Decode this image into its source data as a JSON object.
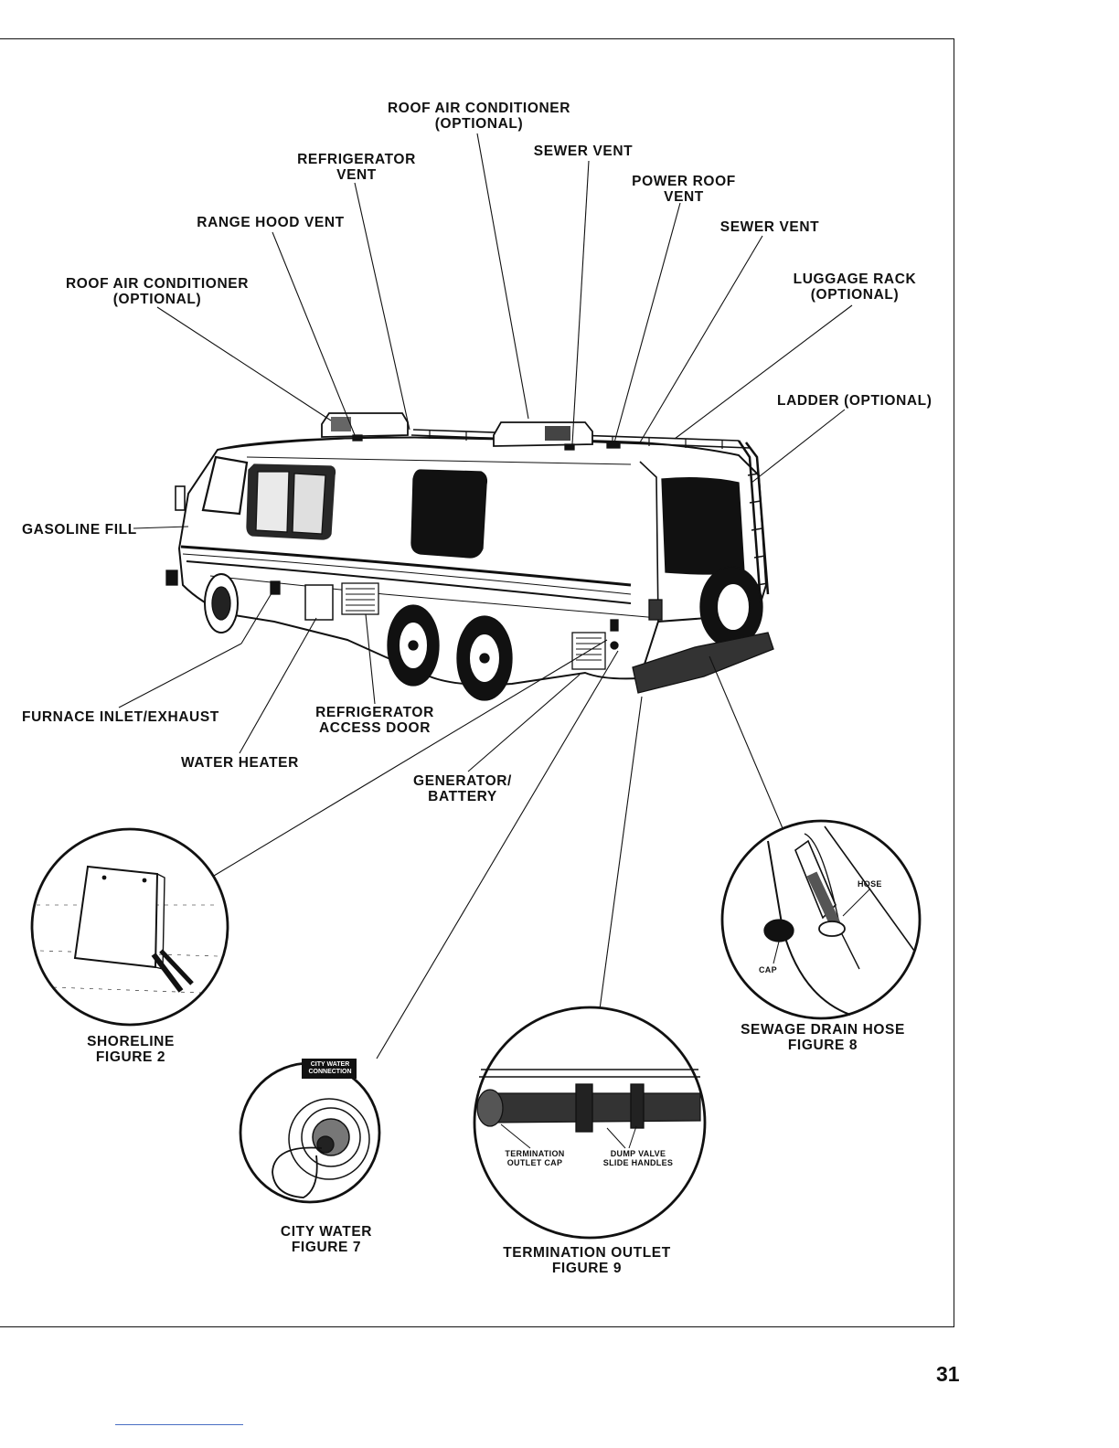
{
  "labels": {
    "roof_ac_top": [
      "ROOF AIR CONDITIONER",
      "(OPTIONAL)"
    ],
    "refrigerator_vent": [
      "REFRIGERATOR",
      "VENT"
    ],
    "sewer_vent_top": "SEWER VENT",
    "power_roof_vent": [
      "POWER ROOF",
      "VENT"
    ],
    "range_hood_vent": "RANGE HOOD VENT",
    "sewer_vent_right": "SEWER VENT",
    "roof_ac_left": [
      "ROOF AIR CONDITIONER",
      "(OPTIONAL)"
    ],
    "luggage_rack": [
      "LUGGAGE RACK",
      "(OPTIONAL)"
    ],
    "ladder": "LADDER (OPTIONAL)",
    "gasoline_fill": "GASOLINE FILL",
    "furnace": "FURNACE INLET/EXHAUST",
    "refrigerator_access": [
      "REFRIGERATOR",
      "ACCESS DOOR"
    ],
    "water_heater": "WATER HEATER",
    "generator": [
      "GENERATOR/",
      "BATTERY"
    ]
  },
  "figures": {
    "shoreline": [
      "SHORELINE",
      "FIGURE 2"
    ],
    "city_water": [
      "CITY WATER",
      "FIGURE 7"
    ],
    "termination": [
      "TERMINATION OUTLET",
      "FIGURE 9"
    ],
    "sewage": [
      "SEWAGE DRAIN HOSE",
      "FIGURE 8"
    ]
  },
  "inset_text": {
    "hose": "HOSE",
    "cap": "CAP",
    "termination_cap": [
      "TERMINATION",
      "OUTLET CAP"
    ],
    "dump_valve": [
      "DUMP VALVE",
      "SLIDE HANDLES"
    ],
    "city_water_plate": [
      "CITY WATER",
      "CONNECTION"
    ]
  },
  "page_number": "31"
}
